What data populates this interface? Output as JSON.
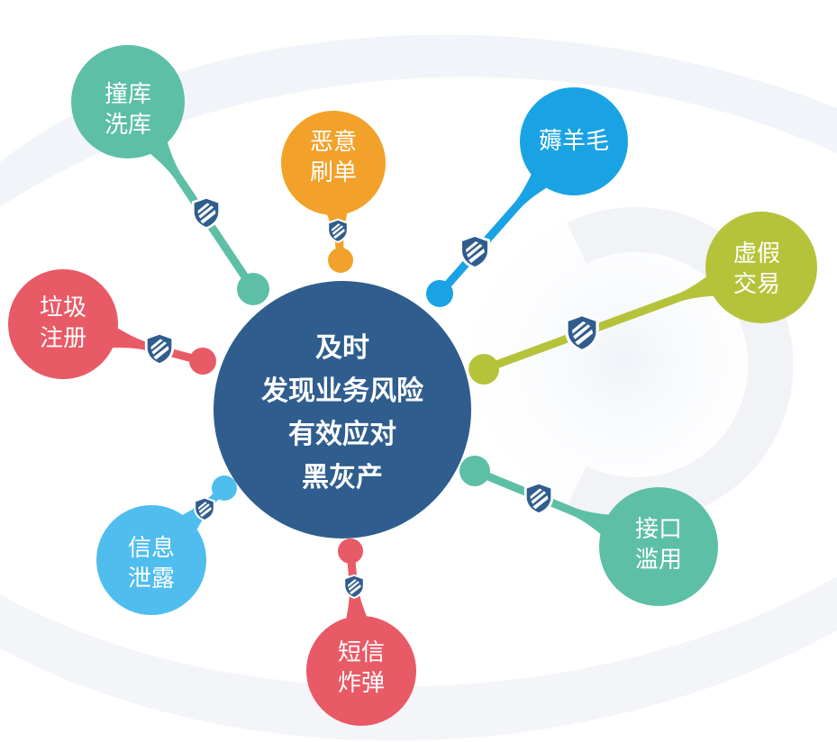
{
  "center": {
    "lines": [
      "及时",
      "发现业务风险",
      "有效应对",
      "黑灰产"
    ],
    "color": "#2f5d8e"
  },
  "shield_color": "#2f5d8e",
  "risks": [
    {
      "id": "database-leak",
      "lines": [
        "撞库",
        "洗库"
      ],
      "color": "#5cbfa6"
    },
    {
      "id": "malicious-orders",
      "lines": [
        "恶意",
        "刷单"
      ],
      "color": "#f2a12a"
    },
    {
      "id": "coupon-abuse",
      "lines": [
        "薅羊毛"
      ],
      "color": "#1aa3e4"
    },
    {
      "id": "fake-transactions",
      "lines": [
        "虚假",
        "交易"
      ],
      "color": "#b5c33b"
    },
    {
      "id": "api-abuse",
      "lines": [
        "接口",
        "滥用"
      ],
      "color": "#5cbfa6"
    },
    {
      "id": "sms-bombing",
      "lines": [
        "短信",
        "炸弹"
      ],
      "color": "#e85a66"
    },
    {
      "id": "info-leak",
      "lines": [
        "信息",
        "泄露"
      ],
      "color": "#4fbdee"
    },
    {
      "id": "spam-registration",
      "lines": [
        "垃圾",
        "注册"
      ],
      "color": "#e85a66"
    }
  ]
}
